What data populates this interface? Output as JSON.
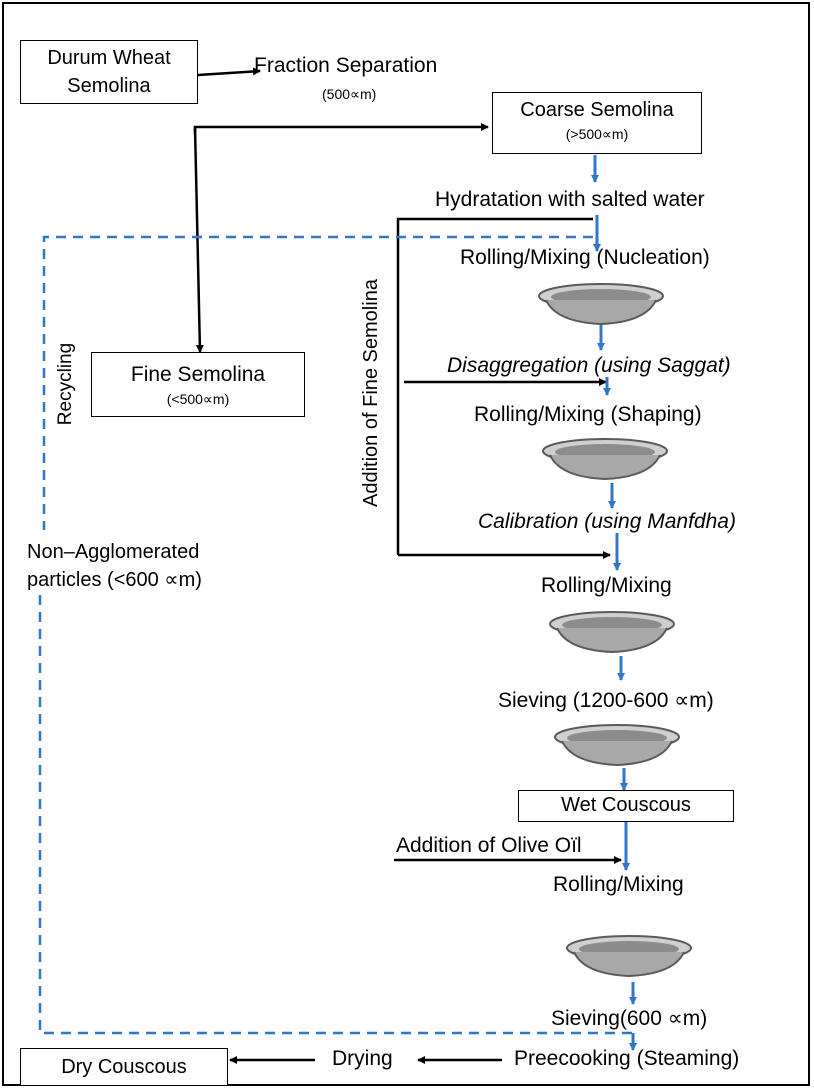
{
  "nodes": {
    "durum": [
      "Durum Wheat",
      "Semolina"
    ],
    "fraction": "Fraction Separation",
    "fraction_size": "(500∝m)",
    "coarse": "Coarse Semolina",
    "coarse_size": "(>500∝m)",
    "hydration": "Hydratation with salted water",
    "rolling1": "Rolling/Mixing (Nucleation)",
    "disaggregation": "Disaggregation  (using Saggat)",
    "rolling2": "Rolling/Mixing (Shaping)",
    "calibration": "Calibration (using Manfdha)",
    "rolling3": "Rolling/Mixing",
    "sieving1": "Sieving (1200-600 ∝m)",
    "wet": "Wet Couscous",
    "olive": "Addition of Olive Oïl",
    "rolling4": "Rolling/Mixing",
    "sieving2": "Sieving(600 ∝m)",
    "precooking": "Preecooking (Steaming)",
    "drying": "Drying",
    "dry": "Dry Couscous",
    "fine": "Fine Semolina",
    "fine_size": "(<500∝m)",
    "recycling": "Recycling",
    "addition_fine": "Addition of Fine Semolina",
    "non_agg": [
      "Non–Agglomerated",
      "particles (<600 ∝m)"
    ]
  },
  "colors": {
    "main_arrow": "#000000",
    "flow_arrow": "#2f77c9",
    "recycle_dash": "#2f77c9"
  },
  "icons": {
    "pan": "metal-pan-icon"
  }
}
